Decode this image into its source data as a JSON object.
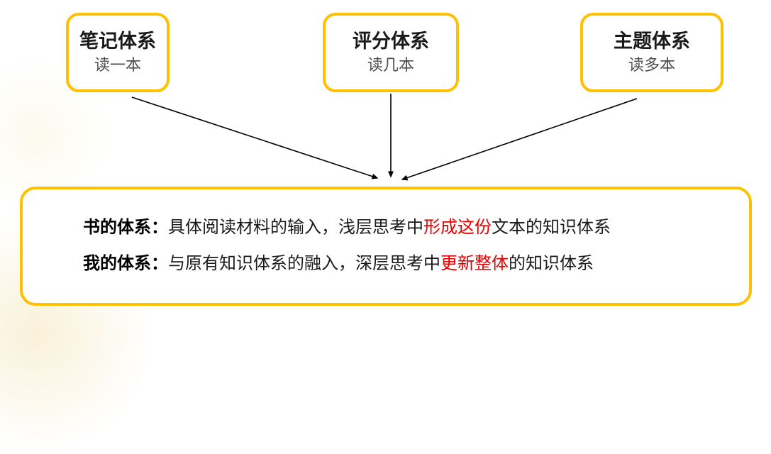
{
  "diagram": {
    "colors": {
      "accent": "#FFC000",
      "highlight": "#E60000",
      "arrow": "#000000"
    },
    "top_boxes": [
      {
        "title": "笔记体系",
        "subtitle": "读一本"
      },
      {
        "title": "评分体系",
        "subtitle": "读几本"
      },
      {
        "title": "主题体系",
        "subtitle": "读多本"
      }
    ],
    "bottom_box": {
      "lines": [
        {
          "label": "书的体系：",
          "pre": "具体阅读材料的输入，浅层思考中",
          "highlight": "形成这份",
          "post": "文本的知识体系"
        },
        {
          "label": "我的体系：",
          "pre": "与原有知识体系的融入，深层思考中",
          "highlight": "更新整体",
          "post": "的知识体系"
        }
      ]
    }
  }
}
